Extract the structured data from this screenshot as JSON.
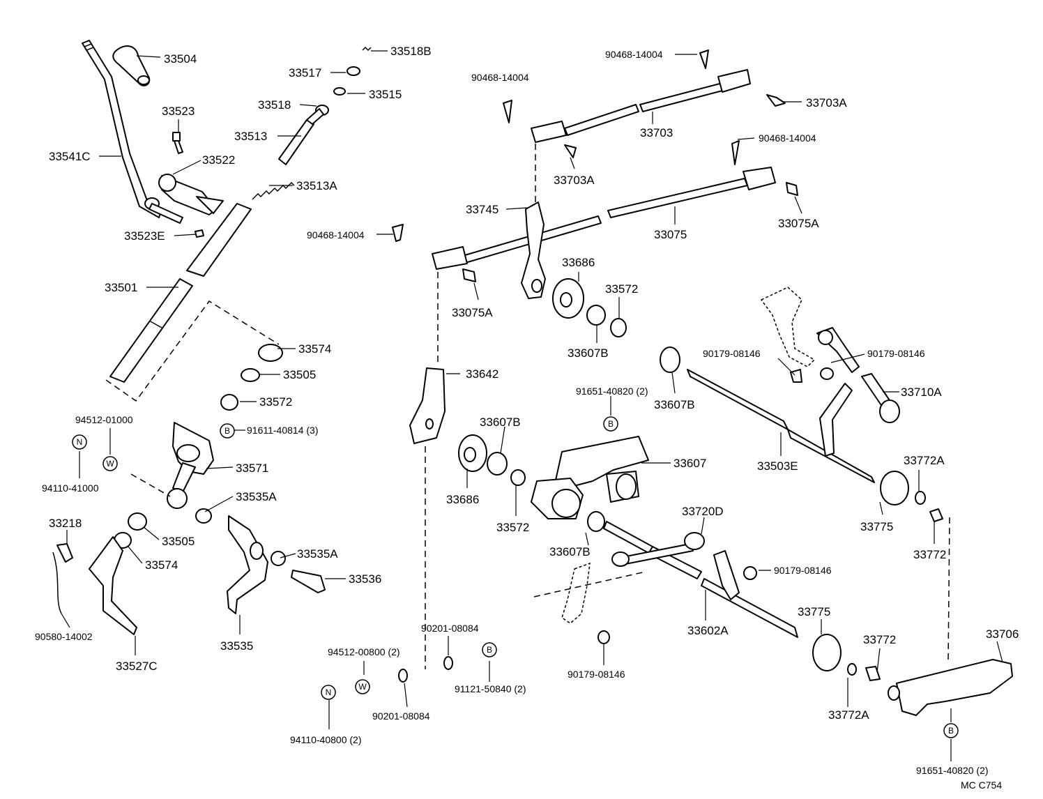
{
  "footer_code": "MC  C754",
  "symbol_legend": {
    "B": "B",
    "N": "N",
    "W": "W"
  },
  "labels": {
    "p33504": "33504",
    "p33518B": "33518B",
    "p33517": "33517",
    "p33515": "33515",
    "p33518": "33518",
    "p33523": "33523",
    "p33513": "33513",
    "p33541C": "33541C",
    "p33522": "33522",
    "p33513A": "33513A",
    "p33523E": "33523E",
    "p90468_a": "90468-14004",
    "p33501": "33501",
    "p33574_a": "33574",
    "p33505_a": "33505",
    "p33572_a": "33572",
    "p94512_01000": "94512-01000",
    "p91611": "91611-40814 (3)",
    "p33571": "33571",
    "p94110_41000": "94110-41000",
    "p33535A_a": "33535A",
    "p33218": "33218",
    "p33505_b": "33505",
    "p33574_b": "33574",
    "p33535A_b": "33535A",
    "p33536": "33536",
    "p90580": "90580-14002",
    "p33527C": "33527C",
    "p33535": "33535",
    "p90468_b": "90468-14004",
    "p90468_c": "90468-14004",
    "p90468_d": "90468-14004",
    "p33703A_a": "33703A",
    "p33703": "33703",
    "p33703A_b": "33703A",
    "p33745": "33745",
    "p33075": "33075",
    "p33075A_a": "33075A",
    "p33686_a": "33686",
    "p33572_b": "33572",
    "p33075A_b": "33075A",
    "p33607B_a": "33607B",
    "p90179_a": "90179-08146",
    "p90179_b": "90179-08146",
    "p33642": "33642",
    "p91651_a": "91651-40820 (2)",
    "p33607B_b": "33607B",
    "p33710A": "33710A",
    "p33607B_c": "33607B",
    "p33607": "33607",
    "p33503E": "33503E",
    "p33772A_a": "33772A",
    "p33686_b": "33686",
    "p33572_c": "33572",
    "p33775_a": "33775",
    "p33720D": "33720D",
    "p33772_a": "33772",
    "p33607B_d": "33607B",
    "p90179_c": "90179-08146",
    "p33602A": "33602A",
    "p33775_b": "33775",
    "p33772_b": "33772",
    "p33706": "33706",
    "p90201_a": "90201-08084",
    "p94512_00800": "94512-00800 (2)",
    "p91121": "91121-50840 (2)",
    "p90201_b": "90201-08084",
    "p90179_d": "90179-08146",
    "p33772A_b": "33772A",
    "p94110_40800": "94110-40800 (2)",
    "p91651_b": "91651-40820 (2)"
  }
}
